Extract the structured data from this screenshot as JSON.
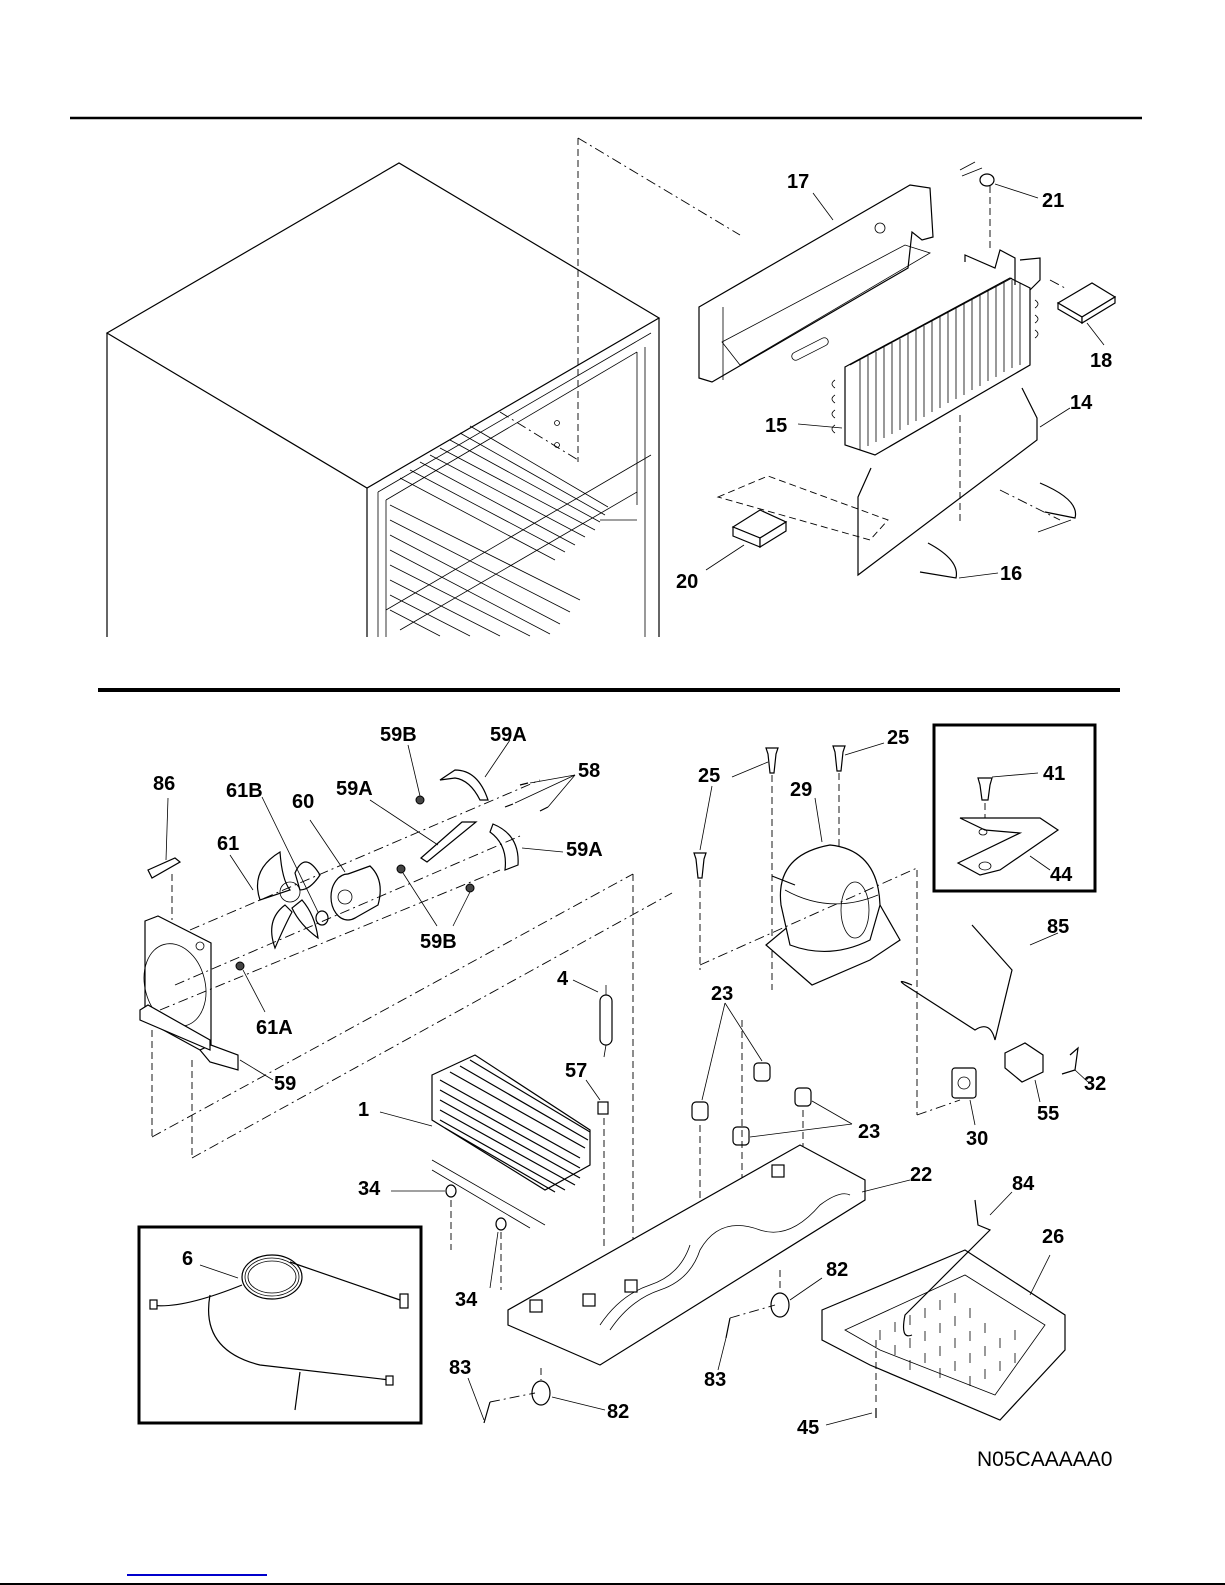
{
  "document": {
    "type": "exploded parts diagram",
    "subject": "Refrigerator system - cabinet, evaporator, compressor, condenser",
    "diagram_code": "N05CAAAAA0",
    "link_color": "#0000cc"
  },
  "sections": {
    "top": {
      "callouts": [
        {
          "id": "c17",
          "label": "17"
        },
        {
          "id": "c21",
          "label": "21"
        },
        {
          "id": "c18",
          "label": "18"
        },
        {
          "id": "c15",
          "label": "15"
        },
        {
          "id": "c14",
          "label": "14"
        },
        {
          "id": "c20",
          "label": "20"
        },
        {
          "id": "c16",
          "label": "16"
        }
      ]
    },
    "bottom": {
      "callouts": [
        {
          "id": "c59B_top",
          "label": "59B"
        },
        {
          "id": "c59A_top",
          "label": "59A"
        },
        {
          "id": "c58",
          "label": "58"
        },
        {
          "id": "c86",
          "label": "86"
        },
        {
          "id": "c61B",
          "label": "61B"
        },
        {
          "id": "c60",
          "label": "60"
        },
        {
          "id": "c59A_mid",
          "label": "59A"
        },
        {
          "id": "c61",
          "label": "61"
        },
        {
          "id": "c59A_right",
          "label": "59A"
        },
        {
          "id": "c59B_bottom",
          "label": "59B"
        },
        {
          "id": "c61A",
          "label": "61A"
        },
        {
          "id": "c59",
          "label": "59"
        },
        {
          "id": "c4",
          "label": "4"
        },
        {
          "id": "c57",
          "label": "57"
        },
        {
          "id": "c1",
          "label": "1"
        },
        {
          "id": "c34_a",
          "label": "34"
        },
        {
          "id": "c34_b",
          "label": "34"
        },
        {
          "id": "c6",
          "label": "6"
        },
        {
          "id": "c25_a",
          "label": "25"
        },
        {
          "id": "c25_b",
          "label": "25"
        },
        {
          "id": "c29",
          "label": "29"
        },
        {
          "id": "c41",
          "label": "41"
        },
        {
          "id": "c44",
          "label": "44"
        },
        {
          "id": "c85",
          "label": "85"
        },
        {
          "id": "c23_a",
          "label": "23"
        },
        {
          "id": "c23_b",
          "label": "23"
        },
        {
          "id": "c32",
          "label": "32"
        },
        {
          "id": "c55",
          "label": "55"
        },
        {
          "id": "c30",
          "label": "30"
        },
        {
          "id": "c22",
          "label": "22"
        },
        {
          "id": "c84",
          "label": "84"
        },
        {
          "id": "c26",
          "label": "26"
        },
        {
          "id": "c82_a",
          "label": "82"
        },
        {
          "id": "c82_b",
          "label": "82"
        },
        {
          "id": "c83_a",
          "label": "83"
        },
        {
          "id": "c83_b",
          "label": "83"
        },
        {
          "id": "c45",
          "label": "45"
        }
      ]
    }
  }
}
